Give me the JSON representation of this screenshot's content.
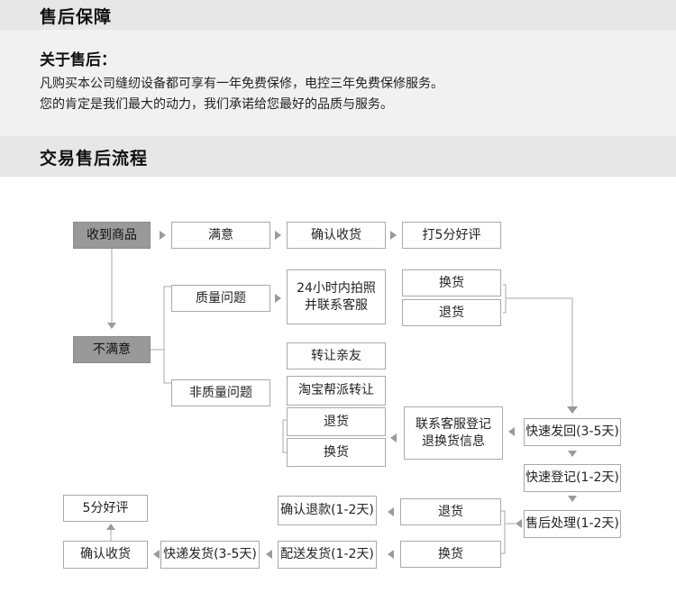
{
  "sections": {
    "guarantee_title": "售后保障",
    "process_title": "交易售后流程"
  },
  "about": {
    "heading": "关于售后：",
    "line1": "凡购买本公司缝纫设备都可享有一年免费保修，电控三年免费保修服务。",
    "line2": "您的肯定是我们最大的动力，我们承诺给您最好的品质与服务。"
  },
  "flow": {
    "receive": "收到商品",
    "satisfied": "满意",
    "confirm_receipt": "确认收货",
    "five_star": "打5分好评",
    "unsatisfied": "不满意",
    "quality_issue": "质量问题",
    "photo_line1": "24小时内拍照",
    "photo_line2": "并联系客服",
    "exchange": "换货",
    "return": "退货",
    "non_quality_issue": "非质量问题",
    "transfer_friend": "转让亲友",
    "taobao_transfer": "淘宝帮派转让",
    "return2": "退货",
    "exchange2": "换货",
    "contact_line1": "联系客服登记",
    "contact_line2": "退换货信息",
    "ship_back": "快速发回(3-5天)",
    "quick_register": "快速登记(1-2天)",
    "after_sale_process": "售后处理(1-2天)",
    "return3": "退货",
    "exchange3": "换货",
    "confirm_refund": "确认退款(1-2天)",
    "delivery": "配送发货(1-2天)",
    "express": "快递发货(3-5天)",
    "confirm_receipt2": "确认收货",
    "five_star2": "5分好评"
  }
}
